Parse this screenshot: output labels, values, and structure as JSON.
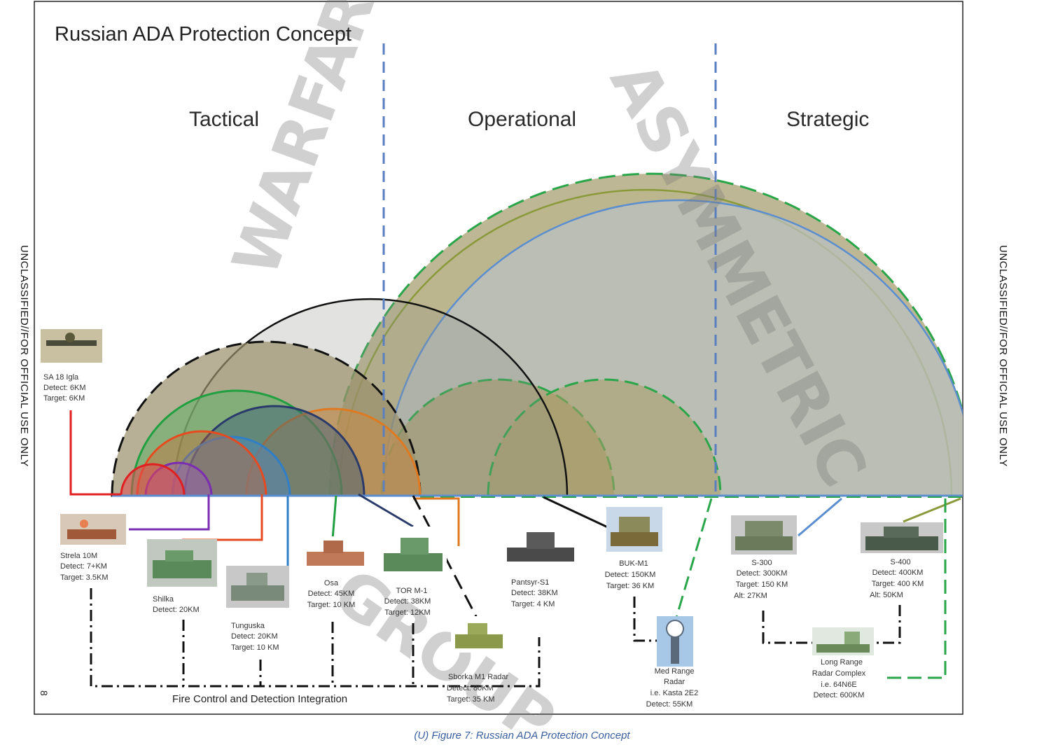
{
  "title": "Russian ADA Protection Concept",
  "zones": {
    "tactical": "Tactical",
    "operational": "Operational",
    "strategic": "Strategic"
  },
  "side_marking": "UNCLASSIFIED//FOR OFFICIAL USE ONLY",
  "page_number": "8",
  "integration_label": "Fire Control and Detection Integration",
  "caption": "(U) Figure 7: Russian ADA Protection Concept",
  "watermark": {
    "word1": "WARFARE",
    "word2": "ASYMMETRIC",
    "word3": "GROUP"
  },
  "systems": {
    "igla": {
      "name": "SA 18 Igla",
      "detect": "Detect: 6KM",
      "target": "Target: 6KM"
    },
    "strela": {
      "name": "Strela 10M",
      "detect": "Detect: 7+KM",
      "target": "Target: 3.5KM"
    },
    "shilka": {
      "name": "Shilka",
      "detect": "Detect: 20KM"
    },
    "tunguska": {
      "name": "Tunguska",
      "detect": "Detect: 20KM",
      "target": "Target: 10 KM"
    },
    "osa": {
      "name": "Osa",
      "detect": "Detect: 45KM",
      "target": "Target: 10 KM"
    },
    "tor": {
      "name": "TOR M-1",
      "detect": "Detect: 38KM",
      "target": "Target: 12KM"
    },
    "sborka": {
      "name": "Sborka M1 Radar",
      "detect": "Detect: 80KM",
      "target": "Target: 35 KM"
    },
    "pantsyr": {
      "name": "Pantsyr-S1",
      "detect": "Detect: 38KM",
      "target": "Target: 4 KM"
    },
    "buk": {
      "name": "BUK-M1",
      "detect": "Detect: 150KM",
      "target": "Target: 36 KM"
    },
    "kasta": {
      "name": "Med Range",
      "name2": "Radar",
      "name3": "i.e. Kasta 2E2",
      "detect": "Detect: 55KM"
    },
    "s300": {
      "name": "S-300",
      "detect": "Detect: 300KM",
      "target": "Target: 150 KM",
      "alt": "Alt: 27KM"
    },
    "nebo": {
      "name": "Long Range",
      "name2": "Radar Complex",
      "name3": "i.e. 64N6E",
      "detect": "Detect: 600KM"
    },
    "s400": {
      "name": "S-400",
      "detect": "Detect: 400KM",
      "target": "Target: 400 KM",
      "alt": "Alt: 50KM"
    }
  },
  "colors": {
    "tan_fill": "#9a8f6a",
    "strela": "#7a2db0",
    "igla": "#e02020",
    "shilka": "#e84a20",
    "tunguska": "#2f7fc8",
    "osa": "#20a040",
    "tor": "#2a3a6a",
    "pantsyr": "#e07a20",
    "buk": "#111111",
    "s300": "#5b8ed0",
    "s400": "#8a9a3a",
    "green_dash": "#2aa64a",
    "zone_divider": "#5a7fc0"
  }
}
